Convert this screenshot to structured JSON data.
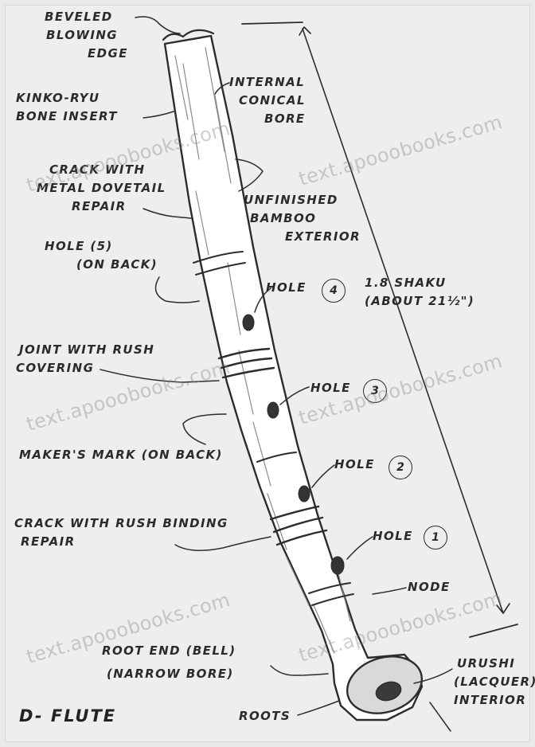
{
  "diagram": {
    "title": "D- FLUTE",
    "labels": {
      "beveled_blowing_edge": [
        "BEVELED",
        "BLOWING",
        "EDGE"
      ],
      "kinko_ryu_bone_insert": [
        "KINKO-RYU",
        "BONE INSERT"
      ],
      "internal_conical_bore": [
        "INTERNAL",
        "CONICAL",
        "BORE"
      ],
      "crack_dovetail_repair": [
        "CRACK WITH",
        "METAL DOVETAIL",
        "REPAIR"
      ],
      "unfinished_bamboo_exterior": [
        "UNFINISHED",
        "BAMBOO",
        "EXTERIOR"
      ],
      "hole_5": [
        "HOLE (5)",
        "(ON BACK)"
      ],
      "hole_4": "HOLE",
      "length": [
        "1.8 SHAKU",
        "(ABOUT 21½\")"
      ],
      "joint_rush_covering": [
        "JOINT WITH RUSH",
        "COVERING"
      ],
      "hole_3": "HOLE",
      "makers_mark": "MAKER'S MARK (ON BACK)",
      "hole_2": "HOLE",
      "crack_rush_binding": [
        "CRACK WITH RUSH BINDING",
        "REPAIR"
      ],
      "hole_1": "HOLE",
      "node": "NODE",
      "root_end_bell": [
        "ROOT END (BELL)",
        "(NARROW BORE)"
      ],
      "urushi_lacquer_interior": [
        "URUSHI",
        "(LACQUER)",
        "INTERIOR"
      ],
      "roots": "ROOTS"
    },
    "hole_numbers": [
      "4",
      "3",
      "2",
      "1"
    ]
  },
  "watermark": "text.apooobooks.com"
}
